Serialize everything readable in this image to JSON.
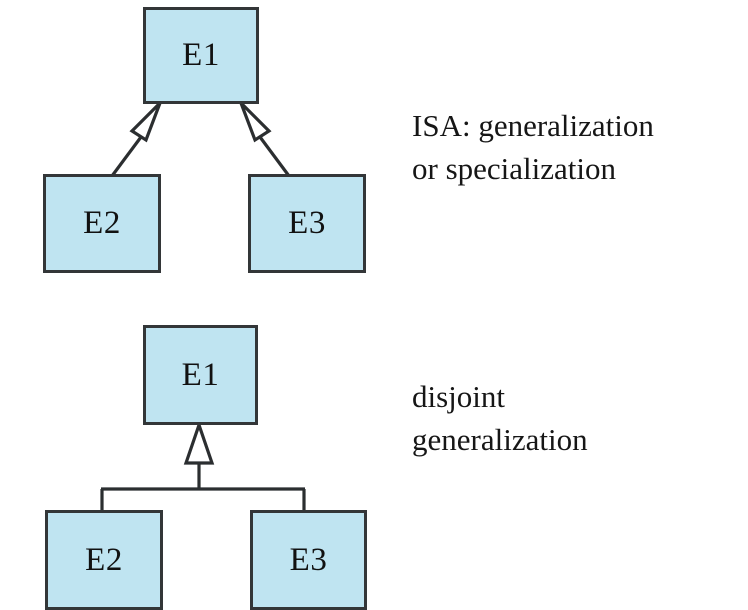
{
  "figure": {
    "background_color": "#ffffff",
    "box_fill_color": "#bfe4f1",
    "box_border_color": "#333638",
    "line_color": "#2b2e30",
    "text_color": "#161616"
  },
  "diagrams": [
    {
      "id": "isa-generalization",
      "caption_lines": [
        "ISA: generalization",
        "or specialization"
      ],
      "notation": "two separate hollow triangle ISA arrows, one per subclass",
      "nodes": [
        {
          "id": "top-e1",
          "label": "E1",
          "role": "superclass"
        },
        {
          "id": "top-e2",
          "label": "E2",
          "role": "subclass"
        },
        {
          "id": "top-e3",
          "label": "E3",
          "role": "subclass"
        }
      ],
      "edges": [
        {
          "from": "top-e2",
          "to": "top-e1",
          "arrow": "hollow-triangle"
        },
        {
          "from": "top-e3",
          "to": "top-e1",
          "arrow": "hollow-triangle"
        }
      ]
    },
    {
      "id": "disjoint-generalization",
      "caption_lines": [
        "disjoint",
        "generalization"
      ],
      "notation": "single shared hollow triangle ISA arrow branching to both subclasses",
      "nodes": [
        {
          "id": "bot-e1",
          "label": "E1",
          "role": "superclass"
        },
        {
          "id": "bot-e2",
          "label": "E2",
          "role": "subclass"
        },
        {
          "id": "bot-e3",
          "label": "E3",
          "role": "subclass"
        }
      ],
      "edges": [
        {
          "from": "bot-e2",
          "to": "bot-e1",
          "arrow": "hollow-triangle-shared"
        },
        {
          "from": "bot-e3",
          "to": "bot-e1",
          "arrow": "hollow-triangle-shared"
        }
      ]
    }
  ]
}
